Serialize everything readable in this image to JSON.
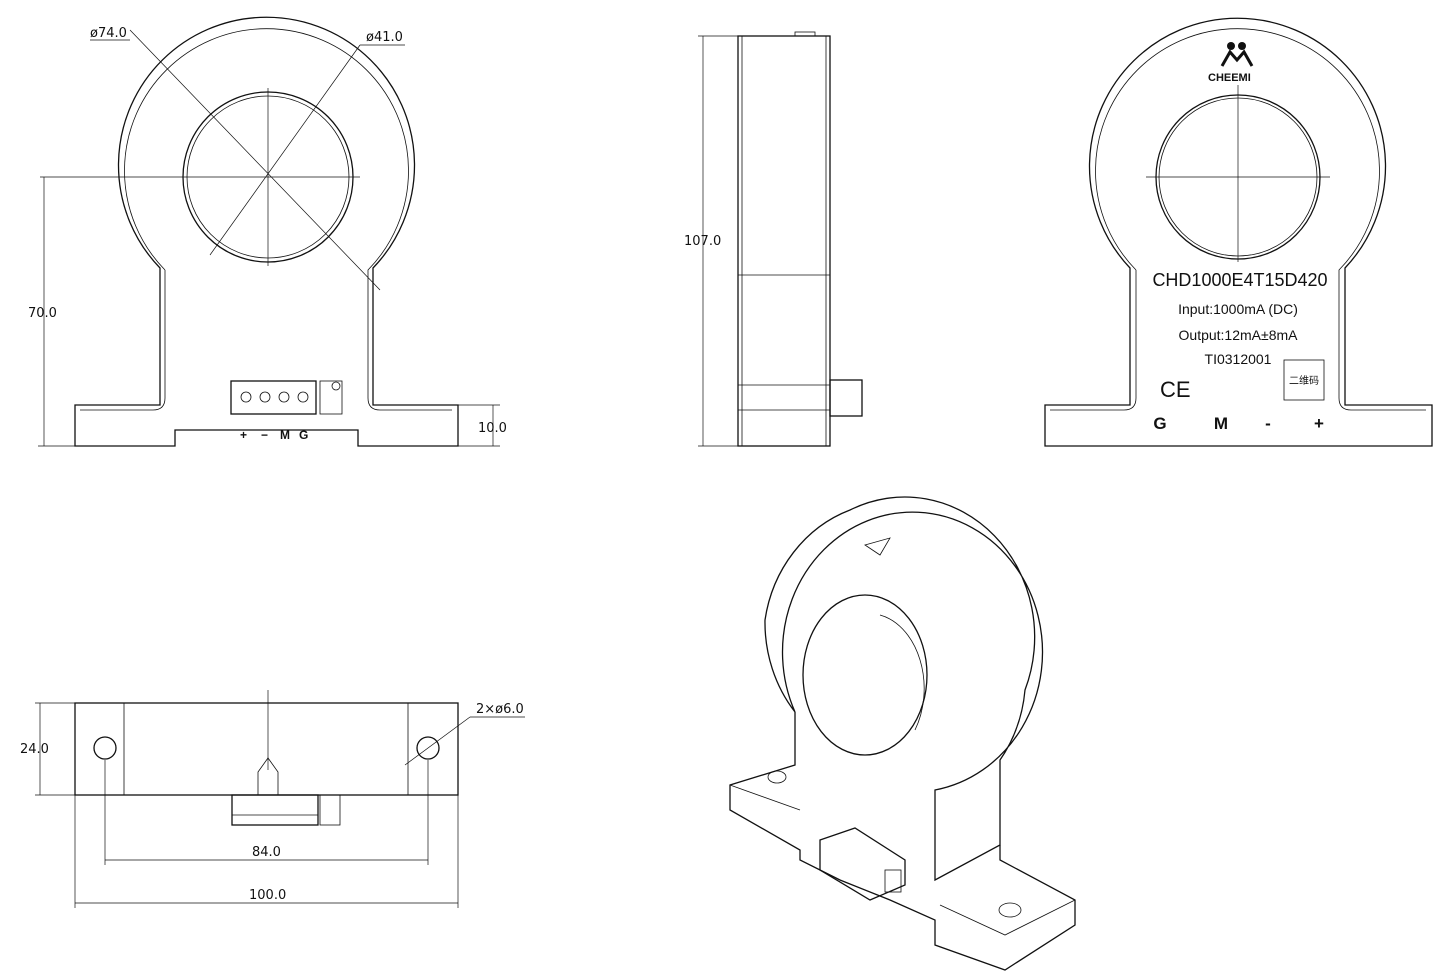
{
  "front_view": {
    "outer_diameter": "ø74.0",
    "inner_diameter": "ø41.0",
    "height_to_center": "70.0",
    "base_thickness": "10.0",
    "terminal_labels": [
      "+",
      "−",
      "M",
      "G"
    ]
  },
  "side_view": {
    "height": "107.0"
  },
  "label_view": {
    "logo_text": "CHEEMI",
    "model": "CHD1000E4T15D420",
    "input": "Input:1000mA (DC)",
    "output": "Output:12mA±8mA",
    "serial": "TI0312001",
    "ce_mark": "CE",
    "qr_placeholder": "二维码",
    "pins": [
      "G",
      "M",
      "-",
      "+"
    ]
  },
  "bottom_view": {
    "depth": "24.0",
    "holes": "2×ø6.0",
    "hole_spacing": "84.0",
    "overall_width": "100.0"
  }
}
